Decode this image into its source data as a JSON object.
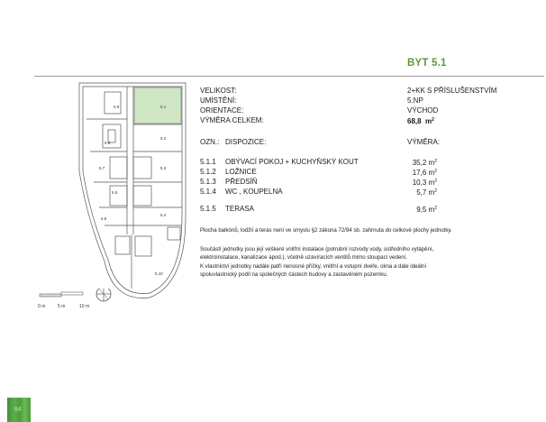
{
  "header": {
    "title": "BYT 5.1"
  },
  "summary": {
    "rows": [
      {
        "label": "VELIKOST:",
        "value": "2+KK S PŘÍSLUŠENSTVÍM"
      },
      {
        "label": "UMÍSTĚNÍ:",
        "value": "5.NP"
      },
      {
        "label": "ORIENTACE:",
        "value": "VÝCHOD"
      },
      {
        "label": "VÝMĚRA CELKEM:",
        "value": "68,8 m²",
        "value_number": "68,8",
        "value_unit": "m"
      }
    ]
  },
  "table": {
    "col_code": "OZN.:",
    "col_name": "DISPOZICE:",
    "col_area": "VÝMĚRA:",
    "rooms": [
      {
        "code": "5.1.1",
        "name": "OBÝVACÍ POKOJ + KUCHYŇSKÝ KOUT",
        "area": "35,2",
        "unit": "m"
      },
      {
        "code": "5.1.2",
        "name": "LOŽNICE",
        "area": "17,6",
        "unit": "m"
      },
      {
        "code": "5.1.3",
        "name": "PŘEDSÍŇ",
        "area": "10,3",
        "unit": "m"
      },
      {
        "code": "5.1.4",
        "name": "WC , KOUPELNA",
        "area": "5,7",
        "unit": "m"
      },
      {
        "code": "5.1.5",
        "name": "TERASA",
        "area": "9,5",
        "unit": "m"
      }
    ]
  },
  "notes": {
    "balcony": "Plocha balkónů, lodžií a teras není ve smyslu §2 zákona 72/94 sb. zahrnuta do celkové plochy jednotky.",
    "line1": "Součástí jednotky jsou její veškeré vnitřní instalace (potrubní rozvody vody, ústředního vytápění,",
    "line2": "elektroinstalace, kanalizace apod.), včetně uzavíracích ventilů mimo stoupací vedení.",
    "line3": "K vlastnictví jednotky nadále patří nenosné příčky, vnitřní a vstupní dveře, okna a dále ideální",
    "line4": "spoluvlastnický podíl na společných částech budovy a zastavěném pozemku."
  },
  "floor_plan": {
    "highlight_color": "#cfe6c4",
    "unit_labels": [
      "5.1",
      "5.2",
      "5.3",
      "5.4",
      "5.5",
      "5.6",
      "5.7",
      "5.8",
      "5.9",
      "5.10"
    ]
  },
  "scale_bar": {
    "labels": [
      "0 m",
      "5 m",
      "10 m"
    ]
  },
  "page": {
    "number": "84",
    "accent_color": "#4c9e3e"
  },
  "colors": {
    "title_green": "#5a9a3a"
  }
}
